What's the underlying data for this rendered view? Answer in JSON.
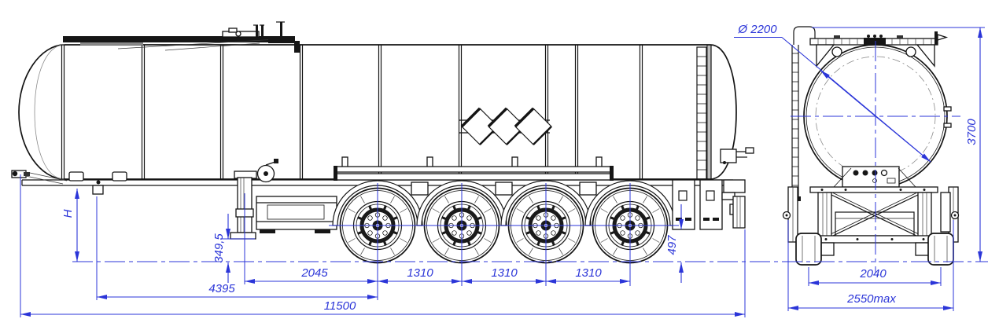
{
  "colors": {
    "dim": "#2b35d8",
    "line": "#141414"
  },
  "side_view": {
    "dimensions": {
      "kingpin_height": "H",
      "saddle_clearance": "349,5",
      "landing_gear_to_first_axle": "2045",
      "axle_spacings": [
        "1310",
        "1310",
        "1310"
      ],
      "kingpin_to_first_axle": "4395",
      "overall_length": "11500",
      "rear_underrun_height": "497"
    }
  },
  "front_view": {
    "dimensions": {
      "tank_diameter": "Ø 2200",
      "overall_height": "3700",
      "track_width": "2040",
      "overall_width": "2550max"
    }
  }
}
